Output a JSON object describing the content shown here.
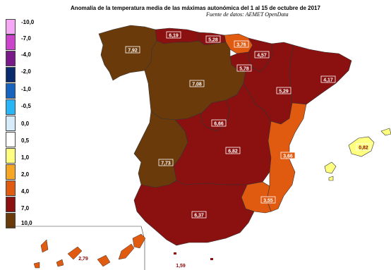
{
  "title": "Anomalía de la temperatura media de las máximas autonómica del 1 al 15 de octubre de 2017",
  "subtitle": "Fuente de datos: AEMET OpenData",
  "legend": {
    "ticks": [
      "-10,0",
      "-7,0",
      "-4,0",
      "-2,0",
      "-1,0",
      "-0,5",
      "0,0",
      "0,5",
      "1,0",
      "2,0",
      "4,0",
      "7,0",
      "10,0"
    ],
    "colors": [
      "#f6a8f6",
      "#cc44cc",
      "#7a1a8a",
      "#0a2a6e",
      "#1565c0",
      "#29b6f6",
      "#d6ecfa",
      "#ffffff",
      "#ffff80",
      "#f5a623",
      "#e05a10",
      "#8b1010",
      "#6b3a0a"
    ]
  },
  "regions": [
    {
      "name": "Galicia",
      "value": "7,92"
    },
    {
      "name": "Asturias",
      "value": "6,19"
    },
    {
      "name": "Cantabria",
      "value": "5,28"
    },
    {
      "name": "País Vasco",
      "value": "3,76"
    },
    {
      "name": "Navarra",
      "value": "4,57"
    },
    {
      "name": "La Rioja",
      "value": "5,78"
    },
    {
      "name": "Castilla y León",
      "value": "7,08"
    },
    {
      "name": "Aragón",
      "value": "5,29"
    },
    {
      "name": "Cataluña",
      "value": "4,17"
    },
    {
      "name": "Madrid",
      "value": "6,66"
    },
    {
      "name": "Castilla-La Mancha",
      "value": "6,82"
    },
    {
      "name": "Extremadura",
      "value": "7,73"
    },
    {
      "name": "C. Valenciana",
      "value": "3,66"
    },
    {
      "name": "Baleares",
      "value": "0,82"
    },
    {
      "name": "Murcia",
      "value": "3,55"
    },
    {
      "name": "Andalucía",
      "value": "6,37"
    },
    {
      "name": "Canarias",
      "value": "2,79"
    },
    {
      "name": "Ceuta/Melilla",
      "value": "1,59"
    }
  ]
}
